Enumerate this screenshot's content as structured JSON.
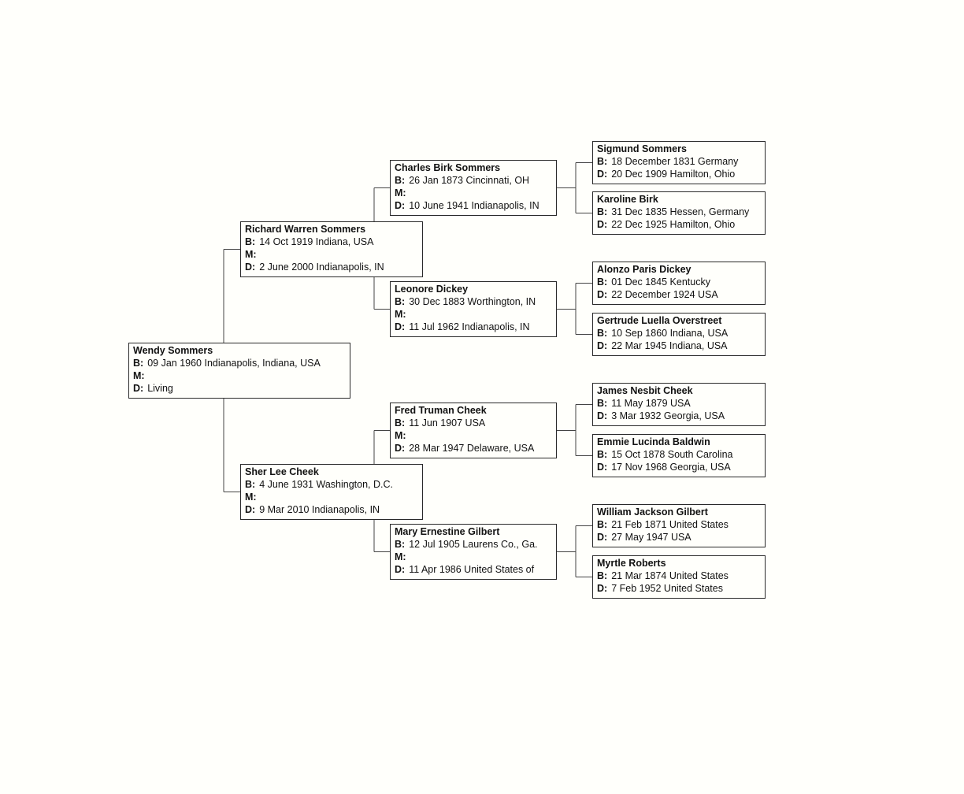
{
  "field_labels": {
    "birth": "B:",
    "marriage": "M:",
    "death": "D:"
  },
  "people": [
    {
      "id": "p1",
      "generation": 1,
      "name": "Wendy Sommers",
      "born": "09 Jan 1960 Indianapolis, Indiana, USA",
      "married": "",
      "died": "Living"
    },
    {
      "id": "p2",
      "generation": 2,
      "name": "Richard Warren Sommers",
      "born": "14 Oct 1919 Indiana, USA",
      "married": "",
      "died": "2 June 2000 Indianapolis, IN"
    },
    {
      "id": "p3",
      "generation": 2,
      "name": "Sher Lee Cheek",
      "born": "4 June 1931 Washington, D.C.",
      "married": "",
      "died": "9 Mar 2010 Indianapolis, IN"
    },
    {
      "id": "p4",
      "generation": 3,
      "name": "Charles Birk Sommers",
      "born": "26 Jan 1873 Cincinnati, OH",
      "married": "",
      "died": "10 June 1941 Indianapolis, IN"
    },
    {
      "id": "p5",
      "generation": 3,
      "name": "Leonore Dickey",
      "born": "30 Dec 1883 Worthington, IN",
      "married": "",
      "died": "11 Jul 1962 Indianapolis, IN"
    },
    {
      "id": "p6",
      "generation": 3,
      "name": "Fred Truman Cheek",
      "born": "11 Jun 1907 USA",
      "married": "",
      "died": "28 Mar 1947 Delaware, USA"
    },
    {
      "id": "p7",
      "generation": 3,
      "name": "Mary Ernestine Gilbert",
      "born": "12 Jul 1905 Laurens Co., Ga.",
      "married": "",
      "died": "11 Apr 1986 United States of"
    },
    {
      "id": "p8",
      "generation": 4,
      "name": "Sigmund Sommers",
      "born": "18 December 1831 Germany",
      "died": "20 Dec 1909 Hamilton, Ohio"
    },
    {
      "id": "p9",
      "generation": 4,
      "name": "Karoline Birk",
      "born": "31 Dec 1835 Hessen, Germany",
      "died": "22 Dec 1925 Hamilton, Ohio"
    },
    {
      "id": "p10",
      "generation": 4,
      "name": "Alonzo Paris Dickey",
      "born": "01 Dec 1845 Kentucky",
      "died": "22 December 1924 USA"
    },
    {
      "id": "p11",
      "generation": 4,
      "name": "Gertrude Luella Overstreet",
      "born": "10 Sep 1860 Indiana, USA",
      "died": "22 Mar 1945 Indiana, USA"
    },
    {
      "id": "p12",
      "generation": 4,
      "name": "James Nesbit Cheek",
      "born": "11 May 1879 USA",
      "died": "3 Mar 1932 Georgia, USA"
    },
    {
      "id": "p13",
      "generation": 4,
      "name": "Emmie Lucinda Baldwin",
      "born": "15 Oct 1878 South Carolina",
      "died": "17 Nov 1968 Georgia, USA"
    },
    {
      "id": "p14",
      "generation": 4,
      "name": "William Jackson Gilbert",
      "born": "21 Feb 1871 United States",
      "died": "27 May 1947 USA"
    },
    {
      "id": "p15",
      "generation": 4,
      "name": "Myrtle Roberts",
      "born": "21 Mar 1874 United States",
      "died": "7 Feb 1952 United States"
    }
  ],
  "relations": [
    {
      "child": "p1",
      "father": "p2",
      "mother": "p3"
    },
    {
      "child": "p2",
      "father": "p4",
      "mother": "p5"
    },
    {
      "child": "p3",
      "father": "p6",
      "mother": "p7"
    },
    {
      "child": "p4",
      "father": "p8",
      "mother": "p9"
    },
    {
      "child": "p5",
      "father": "p10",
      "mother": "p11"
    },
    {
      "child": "p6",
      "father": "p12",
      "mother": "p13"
    },
    {
      "child": "p7",
      "father": "p14",
      "mother": "p15"
    }
  ]
}
